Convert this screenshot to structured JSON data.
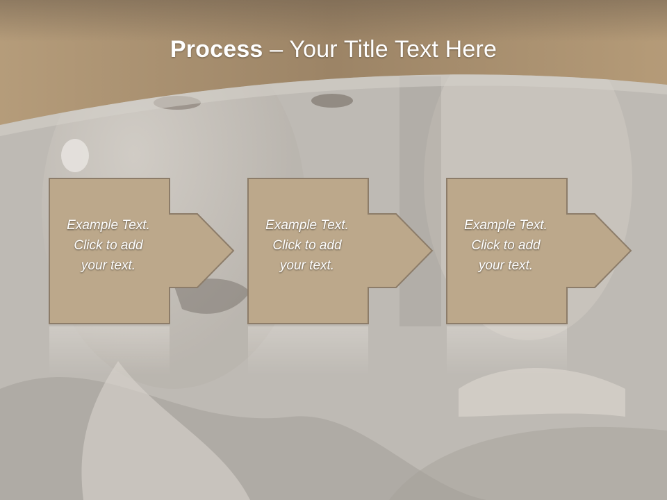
{
  "slide": {
    "title_bold": "Process",
    "title_rest": " – Your Title Text Here",
    "colors": {
      "header": "#a88f6e",
      "box_fill": "#bda98c",
      "box_stroke": "#8a7a66",
      "background": "#bdb9b3"
    }
  },
  "steps": [
    {
      "line1": "Example Text.",
      "line2": "Click  to add",
      "line3": "your text."
    },
    {
      "line1": "Example Text.",
      "line2": "Click  to add",
      "line3": "your text."
    },
    {
      "line1": "Example Text.",
      "line2": "Click  to add",
      "line3": "your text."
    }
  ]
}
